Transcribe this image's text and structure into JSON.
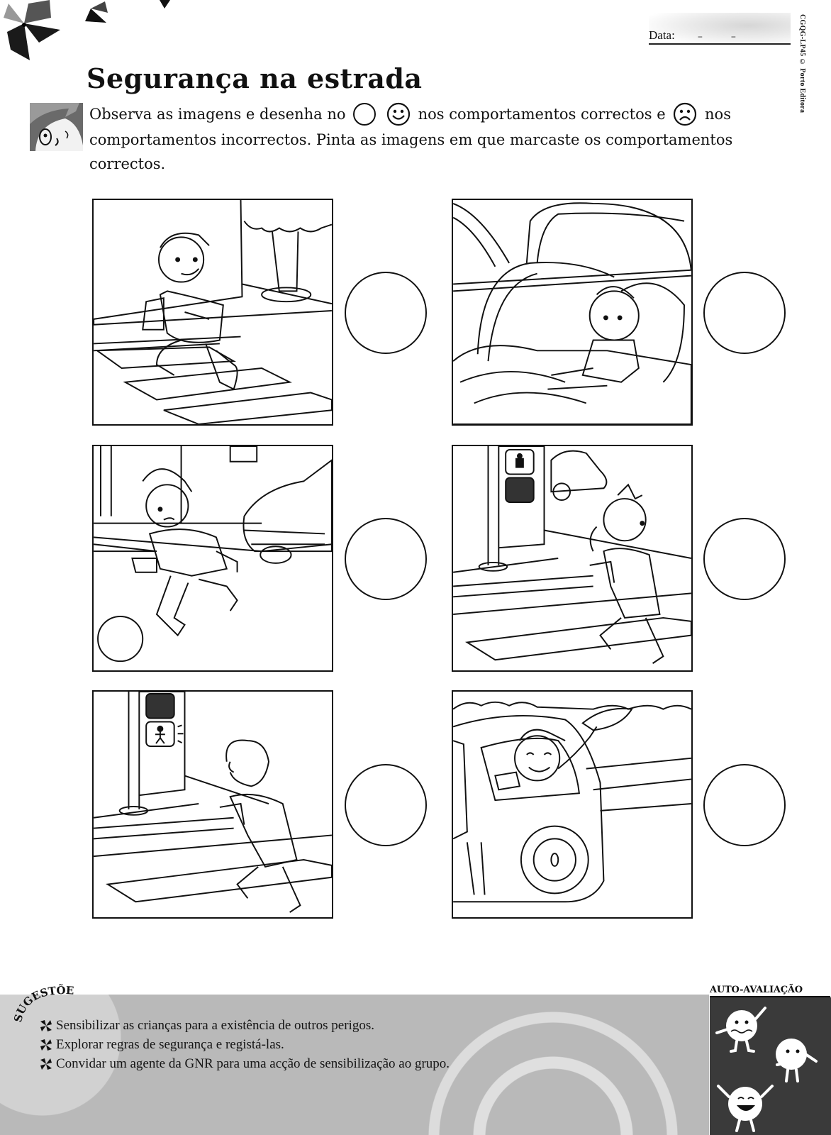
{
  "header": {
    "date_label": "Data:",
    "date_separators": [
      "–",
      "–"
    ],
    "publisher": "CGQG-LP45 © Porto Editora"
  },
  "title": "Segurança na estrada",
  "instructions": {
    "part1": "Observa as imagens e desenha no",
    "part2": "nos comportamentos correctos e",
    "part3": "nos comportamentos incorrectos. Pinta as imagens em que marcaste os comportamentos correctos.",
    "icons": [
      "empty-circle-icon",
      "happy-face-icon",
      "sad-face-icon"
    ]
  },
  "panels": [
    {
      "id": 1,
      "scene": "Boy running on zebra crossing near tree"
    },
    {
      "id": 2,
      "scene": "Child sitting on car back seat without child seat"
    },
    {
      "id": 3,
      "scene": "Boy running after ball into road in front of car"
    },
    {
      "id": 4,
      "scene": "Girl crossing while pedestrian light shows stop"
    },
    {
      "id": 5,
      "scene": "Boy crossing with green pedestrian light"
    },
    {
      "id": 6,
      "scene": "Boy waving hat out of car window"
    }
  ],
  "footer": {
    "sugestoes_label": "SUGESTÕES",
    "suggestions": [
      "Sensibilizar as crianças para a existência de outros perigos.",
      "Explorar regras de segurança e registá-las.",
      "Convidar um agente da GNR para uma acção de sensibilização ao grupo."
    ],
    "auto_avaliacao_label": "AUTO-AVALIAÇÃO"
  }
}
